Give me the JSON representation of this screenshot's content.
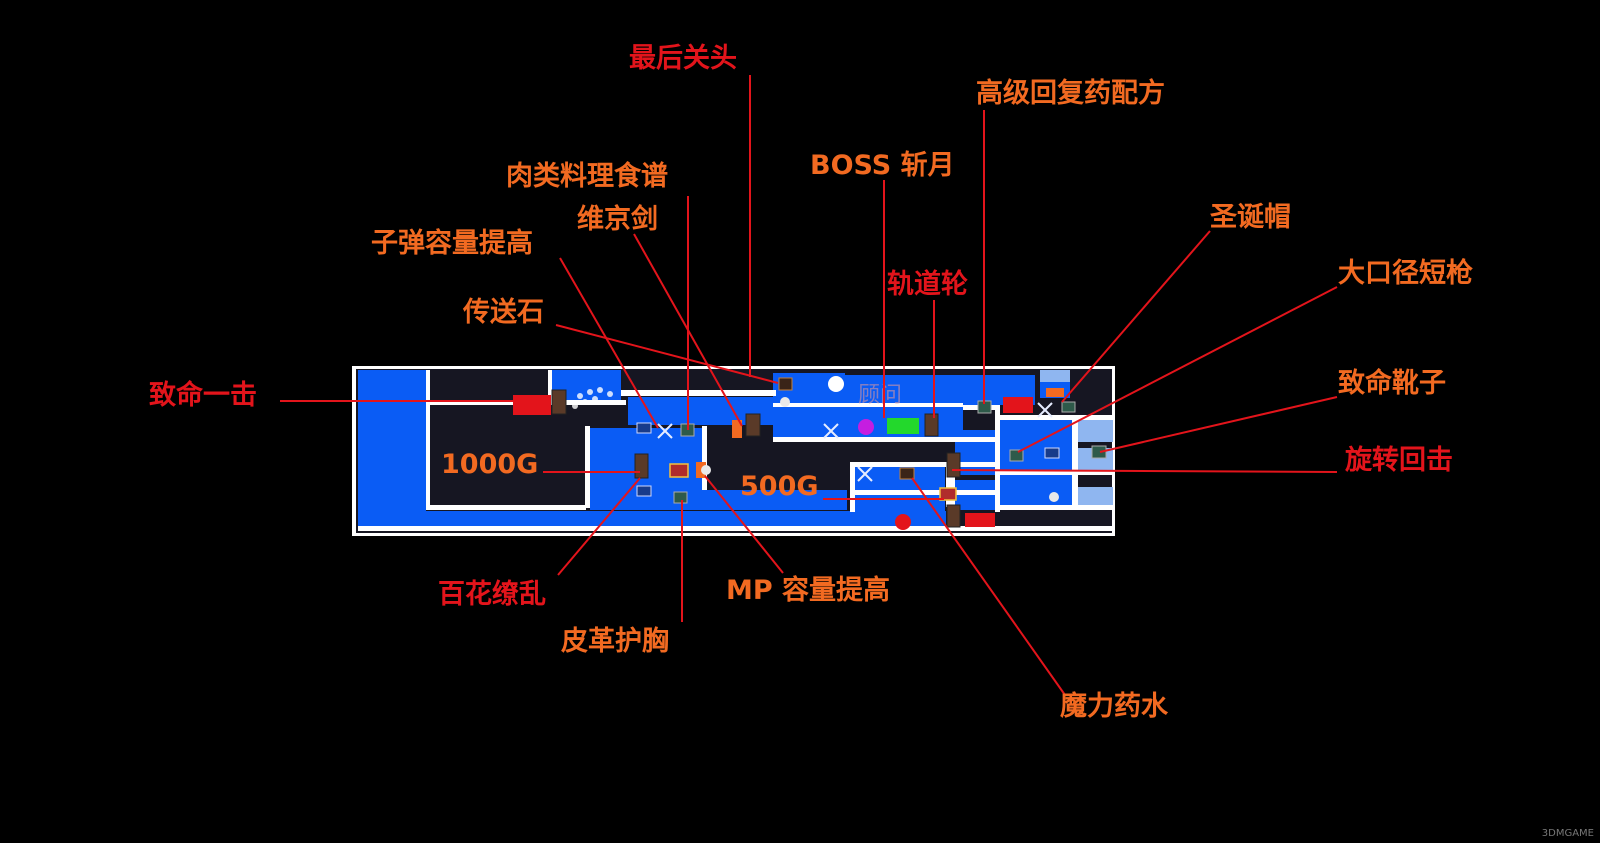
{
  "colors": {
    "background": "#000000",
    "map_room": "#0a5cf5",
    "map_corridor": "#ffffff",
    "label_orange": "#f26a21",
    "label_red": "#e3141b",
    "leader_line": "#e3141b",
    "save_room": "#e3141b",
    "warp_room": "#f26a21"
  },
  "map": {
    "labels": {
      "crit_strike": "致命一击",
      "teleport_stone": "传送石",
      "bullet_capacity_up": "子弹容量提高",
      "viking_sword": "维京剑",
      "meat_recipe": "肉类料理食谱",
      "final_boss": "最后关头",
      "boss_zangetsu": "BOSS 斩月",
      "rail_wheel": "轨道轮",
      "advanced_potion_recipe": "高级回复药配方",
      "christmas_hat": "圣诞帽",
      "blunderbuss": "大口径短枪",
      "deadly_boots": "致命靴子",
      "spin_counter": "旋转回击",
      "gold_1000": "1000G",
      "gold_500": "500G",
      "hundred_flowers": "百花缭乱",
      "leather_cuirass": "皮革护胸",
      "mp_capacity_up": "MP 容量提高",
      "mana_potion": "魔力药水"
    },
    "icons": [
      "chest-icon",
      "shard-icon",
      "crossed-swords-icon",
      "skull-icon",
      "portal-icon"
    ]
  },
  "watermark": "3DMGAME"
}
